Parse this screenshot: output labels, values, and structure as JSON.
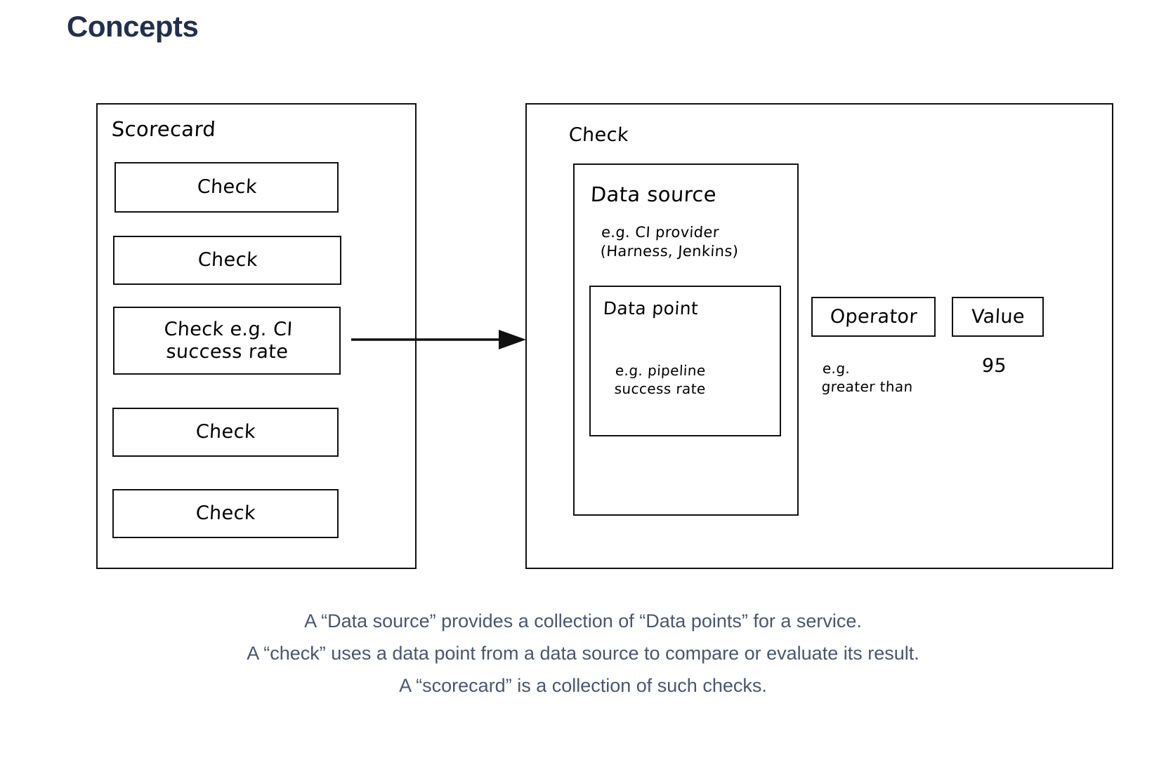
{
  "page": {
    "title": "Concepts",
    "title_color": "#232f4e",
    "background_color": "#ffffff",
    "stroke_color": "#111111",
    "caption_color": "#4a5670"
  },
  "diagram": {
    "scorecard_panel": {
      "label": "Scorecard",
      "checks": [
        {
          "label": "Check"
        },
        {
          "label": "Check"
        },
        {
          "label": "Check e.g. CI\nsuccess rate"
        },
        {
          "label": "Check"
        },
        {
          "label": "Check"
        }
      ]
    },
    "connector": {
      "icon_name": "arrow-right-icon",
      "from": "Check e.g. CI success rate",
      "to": "Check"
    },
    "check_panel": {
      "label": "Check",
      "data_source": {
        "title": "Data source",
        "example": "e.g. CI provider\n(Harness, Jenkins)",
        "data_point": {
          "title": "Data point",
          "example": "e.g. pipeline\nsuccess rate"
        }
      },
      "operator": {
        "label": "Operator",
        "example": "e.g.\ngreater than"
      },
      "value": {
        "label": "Value",
        "example": "95"
      }
    }
  },
  "caption": {
    "line1": "A “Data source” provides a collection of “Data points” for a service.",
    "line2": "A “check” uses a data point from a data source to compare or evaluate its result.",
    "line3": "A “scorecard” is a collection of such checks."
  }
}
